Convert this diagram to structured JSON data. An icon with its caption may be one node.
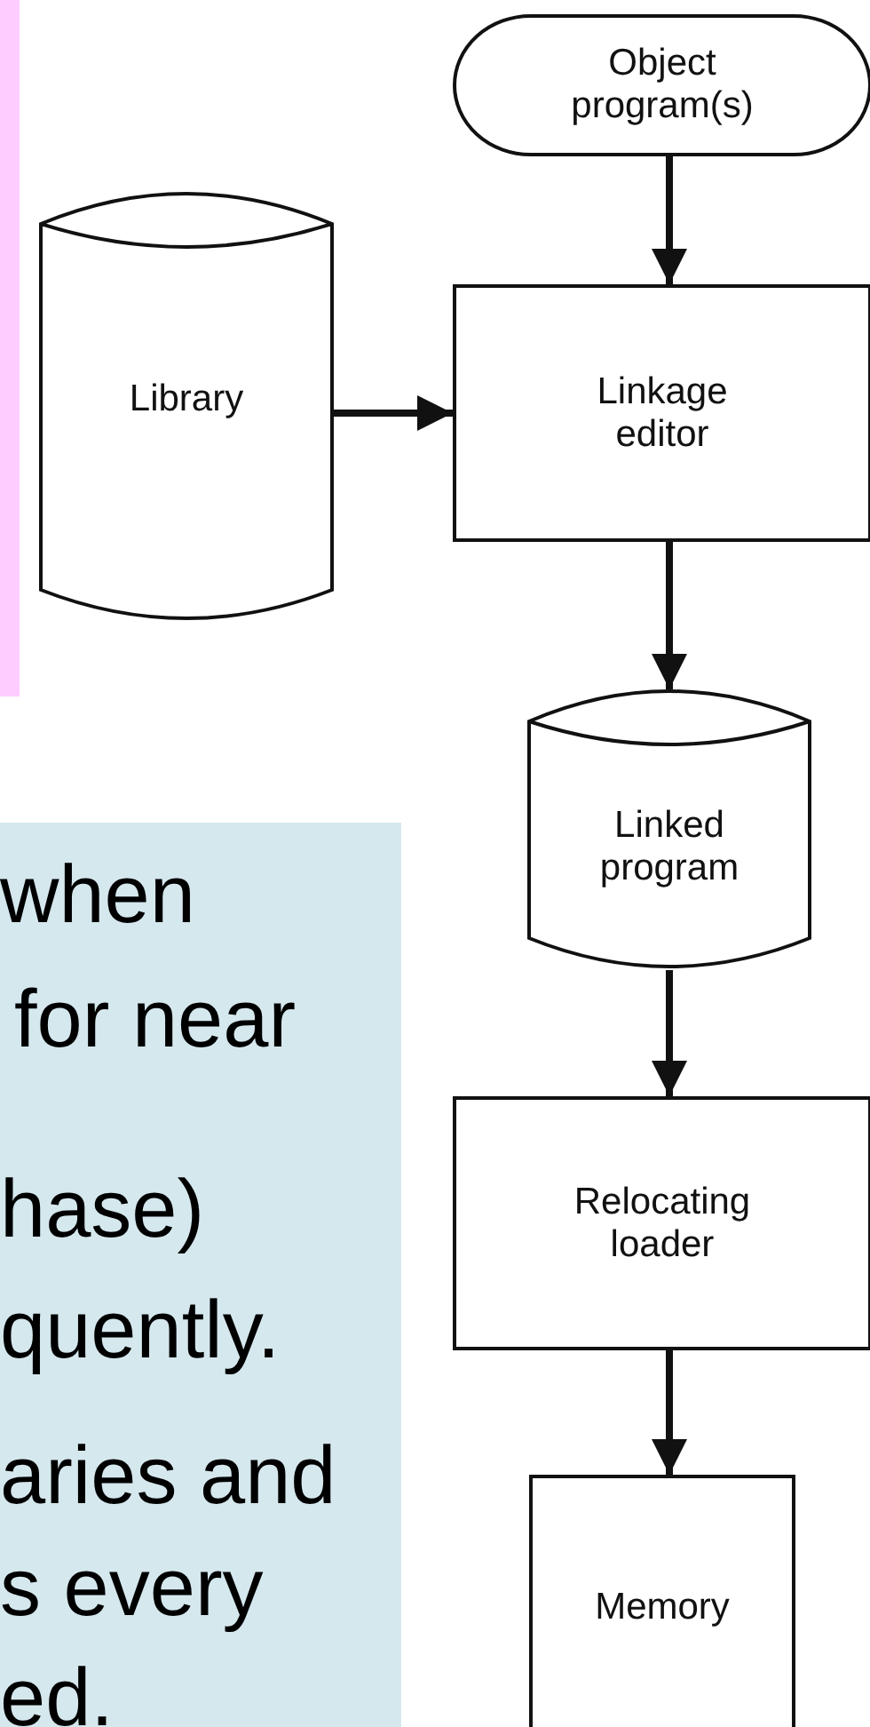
{
  "diagram": {
    "nodes": [
      {
        "text": [
          "Object program(s)"
        ]
      },
      {
        "text": [
          "Library"
        ]
      },
      {
        "text": [
          "Linkage editor"
        ]
      },
      {
        "text": [
          "Linked program"
        ]
      },
      {
        "text": [
          "Relocating loader"
        ]
      },
      {
        "text": [
          "Memory"
        ]
      }
    ],
    "edges": [
      {
        "from": 0,
        "to": 2,
        "arrow": "to"
      },
      {
        "from": 1,
        "to": 2,
        "arrow": "to"
      },
      {
        "from": 2,
        "to": 3,
        "arrow": "to"
      },
      {
        "from": 3,
        "to": 4,
        "arrow": "to"
      },
      {
        "from": 4,
        "to": 5,
        "arrow": "to"
      }
    ],
    "labels": [
      "when",
      "for near",
      "hase)",
      "quently.",
      "aries and",
      "s every",
      "ed."
    ]
  }
}
